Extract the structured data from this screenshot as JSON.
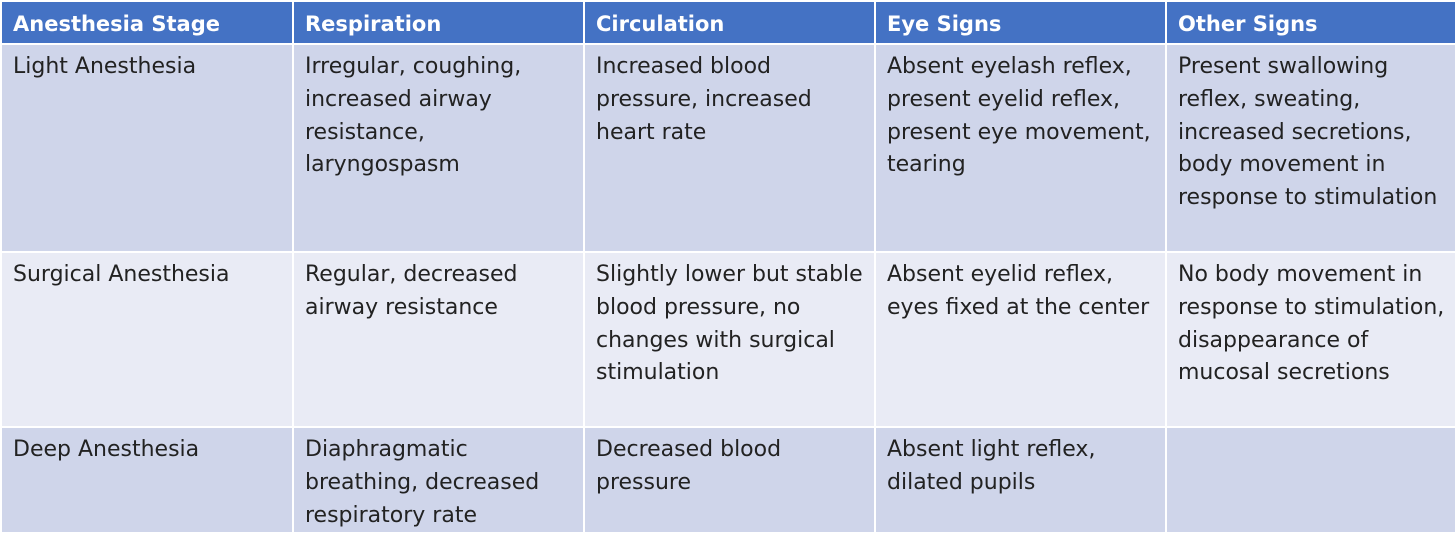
{
  "table": {
    "headers": [
      "Anesthesia Stage",
      "Respiration",
      "Circulation",
      "Eye Signs",
      "Other Signs"
    ],
    "rows": [
      [
        "Light Anesthesia",
        "Irregular, coughing, increased airway resistance, laryngospasm",
        "Increased blood pressure, increased heart rate",
        "Absent eyelash reflex, present eyelid reflex, present eye movement, tearing",
        "Present swallowing reflex, sweating, increased secretions, body movement in response to stimulation"
      ],
      [
        "Surgical Anesthesia",
        "Regular, decreased airway resistance",
        "Slightly lower but stable blood pressure, no changes with surgical stimulation",
        "Absent eyelid reflex, eyes fixed at the center",
        "No body movement in response to stimulation, disappearance of mucosal secretions"
      ],
      [
        "Deep Anesthesia",
        "Diaphragmatic breathing, decreased respiratory rate",
        "Decreased blood pressure",
        "Absent light reflex, dilated pupils",
        ""
      ]
    ]
  },
  "colors": {
    "header_bg": "#4472c4",
    "header_text": "#ffffff",
    "row_odd_bg": "#cfd5ea",
    "row_even_bg": "#e9ebf5",
    "body_text": "#222222"
  }
}
